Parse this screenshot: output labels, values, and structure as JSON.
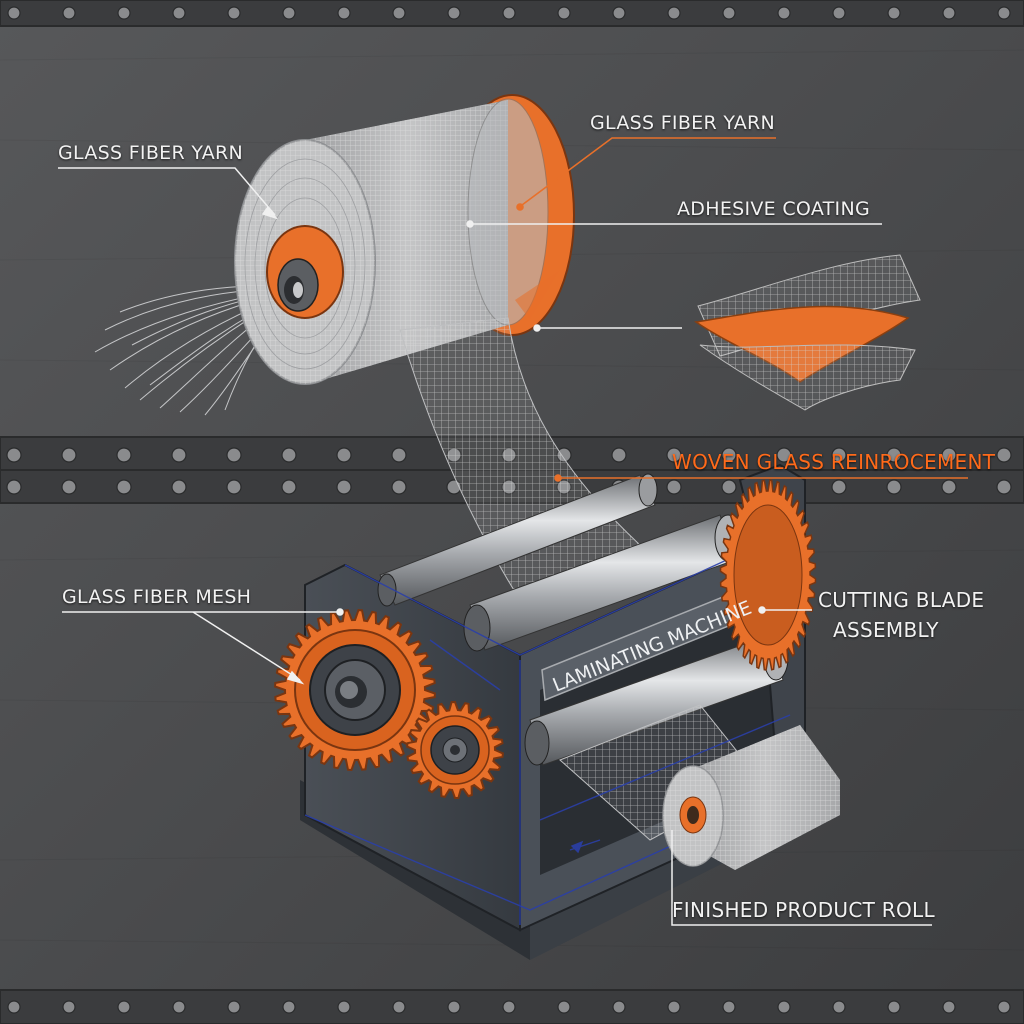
{
  "labels": {
    "glass_fiber_yarn_left": "GLASS FIBER YARN",
    "glass_fiber_yarn_right": "GLASS FIBER YARN",
    "adhesive_coating": "ADHESIVE COATING",
    "woven_glass_reinforcement": "WOVEN GLASS REINROCEMENT",
    "glass_fiber_mesh": "GLASS FIBER MESH",
    "cutting_blade_line1": "CUTTING BLADE",
    "cutting_blade_line2": "ASSEMBLY",
    "finished_product_roll": "FINISHED PRODUCT ROLL",
    "machine_plate": "LAMINATING MACHINE"
  },
  "colors": {
    "background": "#4a4b4d",
    "steel_band": "#3a3b3d",
    "rivet": "#8a8b8d",
    "accent_orange": "#e8702a",
    "machine_body": "#3e4248",
    "roller_steel": "#b8bbbf",
    "mesh": "#cfcfcf",
    "blueprint_line": "#2a3fa8",
    "label_text": "#f2f2f2"
  }
}
